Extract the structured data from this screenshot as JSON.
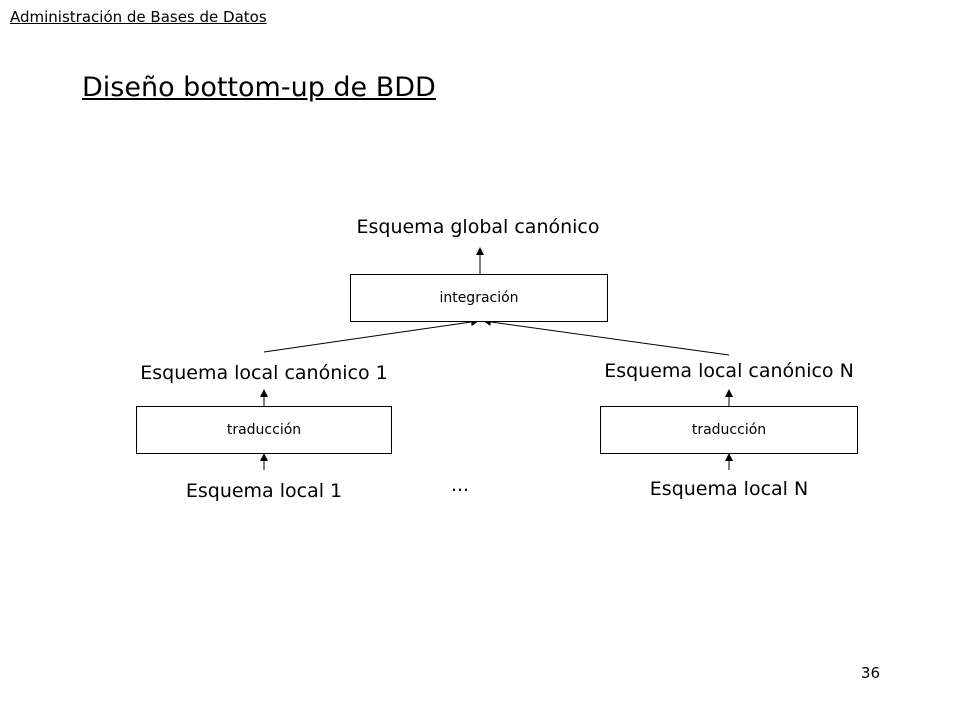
{
  "header": {
    "course": "Administración de Bases de Datos"
  },
  "slide": {
    "title": "Diseño bottom-up de BDD",
    "page_number": "36"
  },
  "diagram": {
    "global_schema": "Esquema global canónico",
    "integration_label": "integración",
    "left": {
      "canonical_schema": "Esquema local canónico 1",
      "translation_label": "traducción",
      "local_schema": "Esquema local 1"
    },
    "right": {
      "canonical_schema": "Esquema local canónico N",
      "translation_label": "traducción",
      "local_schema": "Esquema local N"
    },
    "ellipsis": "..."
  }
}
